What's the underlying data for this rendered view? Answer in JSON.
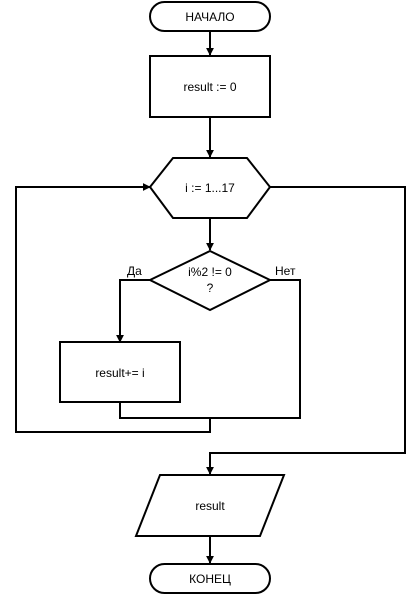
{
  "flowchart": {
    "start": "НАЧАЛО",
    "init": "result := 0",
    "loop": "i := 1...17",
    "condition": {
      "line1": "i%2 != 0",
      "line2": "?"
    },
    "yes_label": "Да",
    "no_label": "Нет",
    "action": "result+= i",
    "output": "result",
    "end": "КОНЕЦ"
  }
}
